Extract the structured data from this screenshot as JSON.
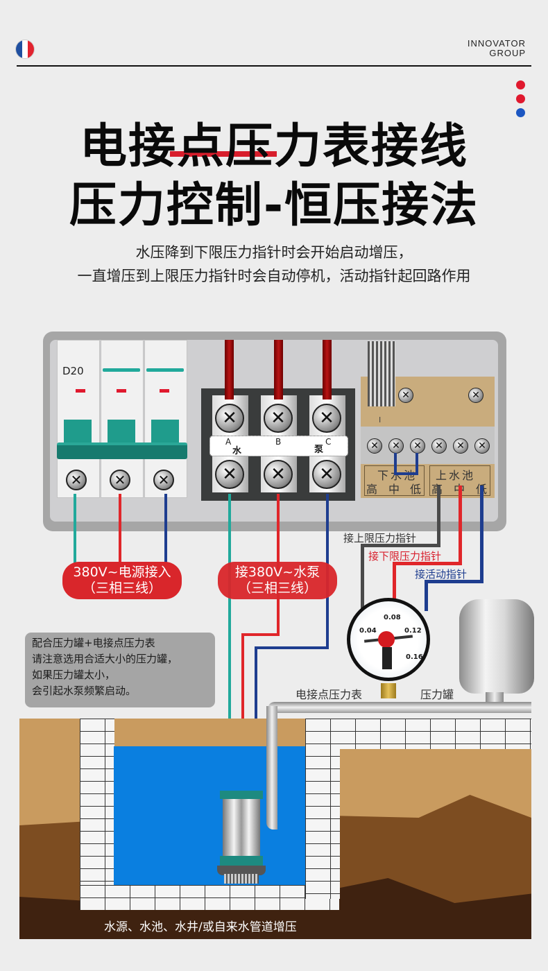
{
  "header": {
    "brand_line1": "INNOVATOR",
    "brand_line2": "GROUP",
    "flag_icon": "france-flag-icon",
    "flag_colors": [
      "#1f4fa0",
      "#ffffff",
      "#e2232f"
    ],
    "dot_colors": [
      "#e0192e",
      "#e0192e",
      "#1c57c2"
    ]
  },
  "title": {
    "line1": "电接点压力表接线",
    "line2": "压力控制-恒压接法",
    "accent_color": "#d81e2c"
  },
  "subtitle": {
    "line1": "水压降到下限压力指针时会开始启动增压，",
    "line2": "一直增压到上限压力指针时会自动停机，活动指针起回路作用"
  },
  "breaker": {
    "rating": "D20",
    "poles": 3,
    "toggle_color": "#1f9c8c"
  },
  "terminal_block": {
    "labels": [
      "A",
      "B",
      "C"
    ],
    "sub_labels": [
      "水",
      "",
      "泵"
    ]
  },
  "controller": {
    "lower_pool": "下水池",
    "upper_pool": "上水池",
    "levels": [
      "高",
      "中",
      "低",
      "高",
      "中",
      "低"
    ],
    "pcb_mark": "I"
  },
  "wire_labels": {
    "upper_limit": "接上限压力指针",
    "lower_limit": "接下限压力指针",
    "active": "接活动指针"
  },
  "pills": {
    "power_line1": "380V~电源接入",
    "power_line2": "（三相三线）",
    "pump_line1": "接380V~水泵",
    "pump_line2": "（三相三线）"
  },
  "gauge": {
    "ticks": [
      "0.04",
      "0.08",
      "0.12",
      "0.16"
    ],
    "face_label": "电接点压力表",
    "label": "电接点压力表"
  },
  "tank": {
    "label": "压力罐"
  },
  "note": {
    "lines": [
      "配合压力罐+电接点压力表",
      "请注意选用合适大小的压力罐，",
      "如果压力罐太小，",
      "会引起水泵频繁启动。"
    ]
  },
  "scene": {
    "caption": "水源、水池、水井/或自来水管道增压",
    "water_color": "#0a7fe0"
  },
  "colors": {
    "wire_teal": "#21a99b",
    "wire_red": "#e0262a",
    "wire_blue": "#1e3d8f",
    "wire_gray": "#4a4a4a",
    "wire_dark_red": "#a30e10"
  }
}
